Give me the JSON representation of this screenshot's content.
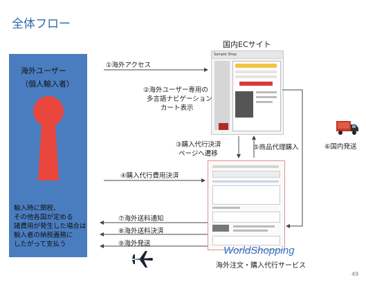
{
  "slide": {
    "title": "全体フロー",
    "page_number": "49"
  },
  "user": {
    "label_line1": "海外ユーザー",
    "label_line2": "（個人輸入者）",
    "note_lines": [
      "輸入時に関税、",
      "その他各国が定める",
      "諸費用が発生した場合は",
      "輸入者の納税義務に",
      "したがって支払う"
    ]
  },
  "ec_site": {
    "title": "国内ECサイト",
    "mock_header": "Sample Shop"
  },
  "worldshopping": {
    "logo_main": "World",
    "logo_sub": "Shopping",
    "caption": "海外注文・購入代行サービス"
  },
  "steps": {
    "s1": "①海外アクセス",
    "s2_line1": "②海外ユーザー専用の",
    "s2_line2": "多言語ナビゲーション",
    "s2_line3": "カート表示",
    "s3_line1": "③購入代行決済",
    "s3_line2": "ページへ遷移",
    "s4": "④購入代行費用決済",
    "s5": "⑤商品代理購入",
    "s6": "⑥国内発送",
    "s7": "⑦海外送料通知",
    "s8": "⑧海外送料決済",
    "s9": "⑨海外発送"
  },
  "icons": {
    "keyhole": "keyhole-person-icon",
    "truck": "delivery-truck-icon",
    "airplane": "airplane-icon"
  },
  "colors": {
    "title_blue": "#2d6da8",
    "user_box_blue": "#4a7dc0",
    "keyhole_red": "#e8463d",
    "frame_red": "#e58c8c",
    "logo_blue": "#2e73c6"
  }
}
